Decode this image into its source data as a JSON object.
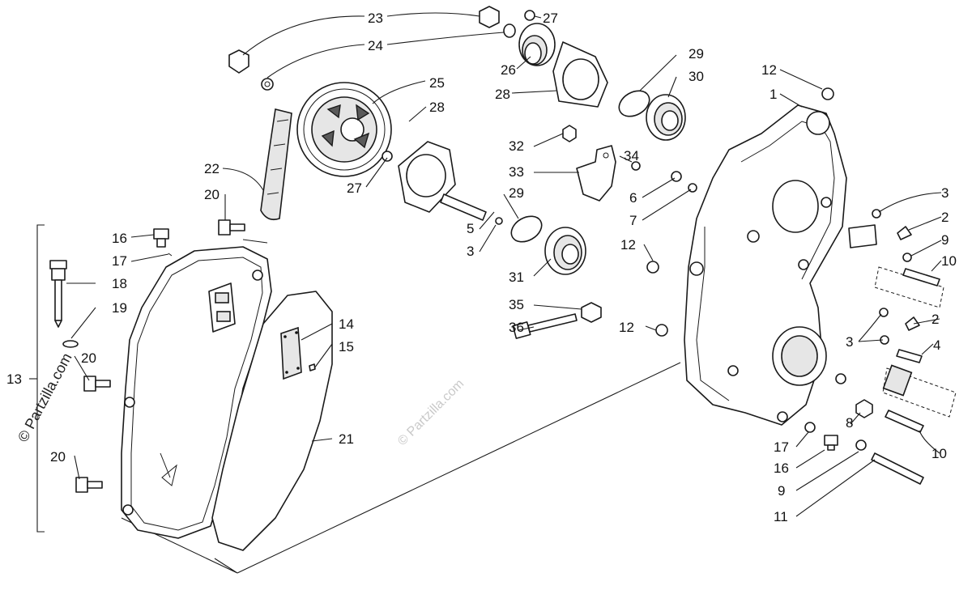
{
  "watermark": {
    "main": "© Partzilla.com",
    "faint": "© Partzilla.com"
  },
  "callouts": {
    "c1": "1",
    "c2a": "2",
    "c2b": "2",
    "c3a": "3",
    "c3b": "3",
    "c3c": "3",
    "c4": "4",
    "c5": "5",
    "c6": "6",
    "c7": "7",
    "c8": "8",
    "c9a": "9",
    "c9b": "9",
    "c10a": "10",
    "c10b": "10",
    "c11": "11",
    "c12a": "12",
    "c12b": "12",
    "c12c": "12",
    "c13": "13",
    "c14": "14",
    "c15": "15",
    "c16a": "16",
    "c16b": "16",
    "c17a": "17",
    "c17b": "17",
    "c18": "18",
    "c19": "19",
    "c20a": "20",
    "c20b": "20",
    "c20c": "20",
    "c21": "21",
    "c22": "22",
    "c23": "23",
    "c24": "24",
    "c25": "25",
    "c26": "26",
    "c27a": "27",
    "c27b": "27",
    "c28a": "28",
    "c28b": "28",
    "c29a": "29",
    "c29b": "29",
    "c30": "30",
    "c31": "31",
    "c32": "32",
    "c33": "33",
    "c34": "34",
    "c35": "35",
    "c36": "36"
  }
}
